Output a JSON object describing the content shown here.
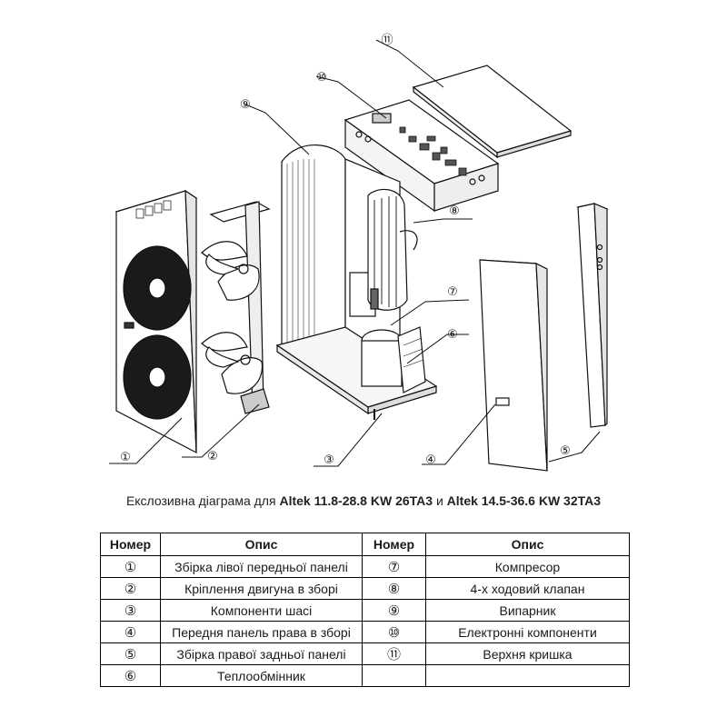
{
  "callouts": [
    "①",
    "②",
    "③",
    "④",
    "⑤",
    "⑥",
    "⑦",
    "⑧",
    "⑨",
    "⑩",
    "⑪"
  ],
  "caption": {
    "prefix": "Екслозивна діаграма для ",
    "model_a": "Altek 11.8-28.8 KW 26TA3",
    "joiner": " и ",
    "model_b": "Altek 14.5-36.6 KW 32TA3"
  },
  "table": {
    "headers": [
      "Номер",
      "Опис",
      "Номер",
      "Опис"
    ],
    "rows": [
      {
        "num_a": "①",
        "desc_a": "Збірка лівої передньої панелі",
        "num_b": "⑦",
        "desc_b": "Компресор"
      },
      {
        "num_a": "②",
        "desc_a": "Кріплення двигуна в зборі",
        "num_b": "⑧",
        "desc_b": "4-х ходовий клапан"
      },
      {
        "num_a": "③",
        "desc_a": "Компоненти шасі",
        "num_b": "⑨",
        "desc_b": "Випарник"
      },
      {
        "num_a": "④",
        "desc_a": "Передня панель права в зборі",
        "num_b": "⑩",
        "desc_b": "Електронні компоненти"
      },
      {
        "num_a": "⑤",
        "desc_a": "Збірка правої задньої панелі",
        "num_b": "⑪",
        "desc_b": "Верхня кришка"
      },
      {
        "num_a": "⑥",
        "desc_a": "Теплообмінник",
        "num_b": "",
        "desc_b": ""
      }
    ]
  }
}
